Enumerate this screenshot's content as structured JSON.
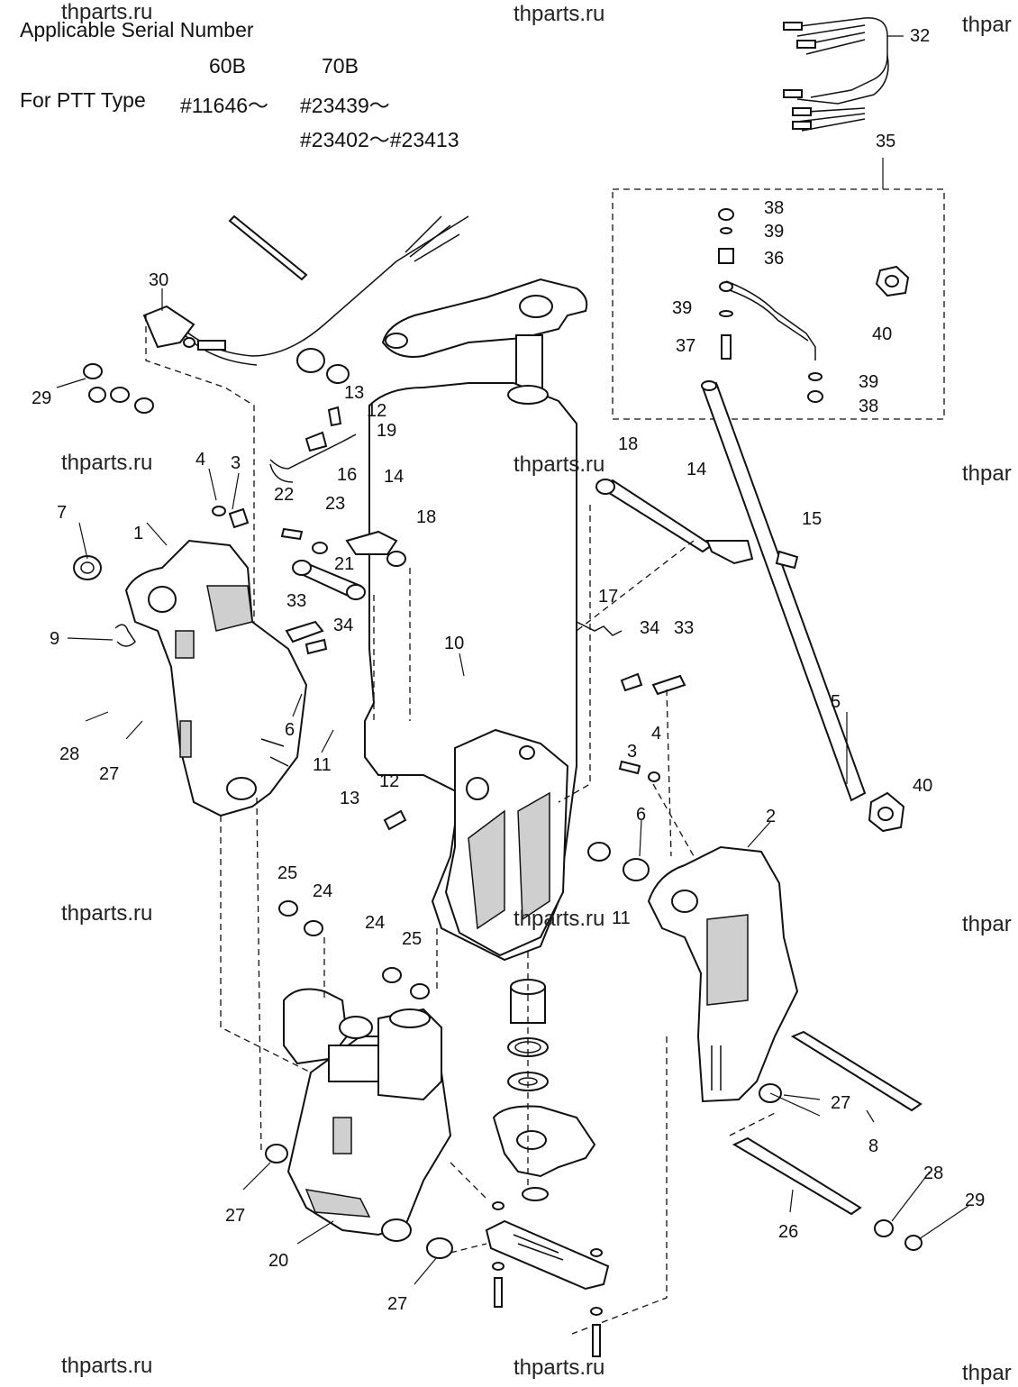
{
  "header": {
    "title": "Applicable Serial Number",
    "col_60b": "60B",
    "col_70b": "70B",
    "row_label": "For PTT Type",
    "serial_60b": "#11646～",
    "serial_70b_1": "#23439～",
    "serial_70b_2": "#23402～#23413"
  },
  "watermark": "thparts.ru",
  "watermark_partial": "thpar",
  "callouts": [
    "1",
    "2",
    "3",
    "3",
    "4",
    "4",
    "5",
    "6",
    "6",
    "7",
    "8",
    "9",
    "10",
    "11",
    "11",
    "12",
    "12",
    "13",
    "13",
    "14",
    "14",
    "15",
    "16",
    "17",
    "18",
    "18",
    "19",
    "20",
    "21",
    "22",
    "23",
    "24",
    "24",
    "25",
    "25",
    "26",
    "27",
    "27",
    "27",
    "27",
    "28",
    "28",
    "29",
    "29",
    "30",
    "32",
    "33",
    "33",
    "34",
    "34",
    "35",
    "36",
    "37",
    "38",
    "38",
    "39",
    "39",
    "39",
    "40",
    "40"
  ]
}
